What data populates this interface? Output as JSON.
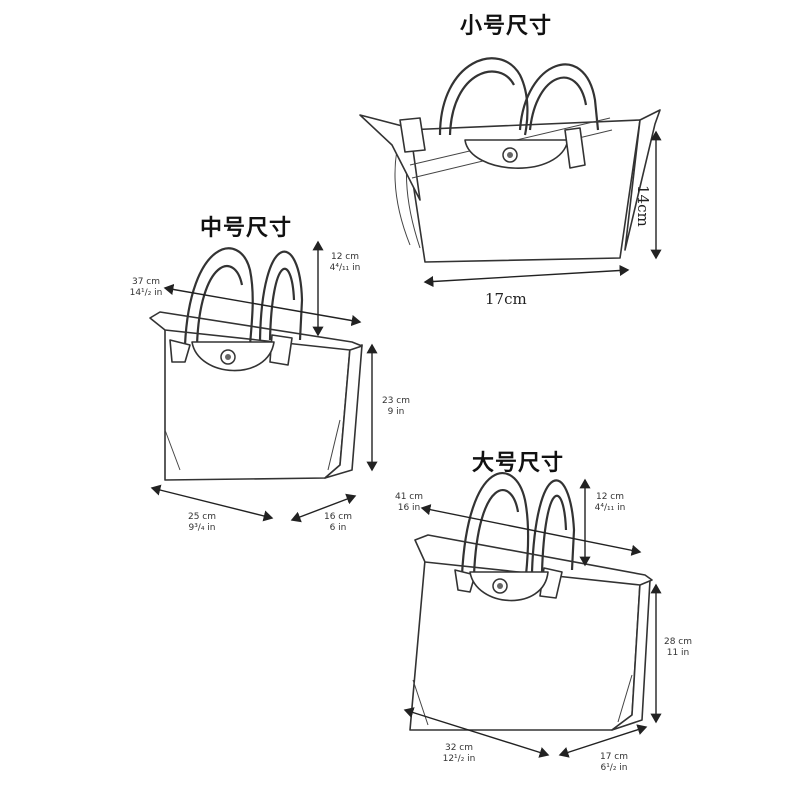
{
  "sizes": {
    "small": {
      "title": "小号尺寸",
      "height": "14cm",
      "width": "17cm"
    },
    "medium": {
      "title": "中号尺寸",
      "handle_cm": "12 cm",
      "handle_in": "4⁴/₁₁ in",
      "strap_cm": "37 cm",
      "strap_in": "14¹/₂ in",
      "height_cm": "23 cm",
      "height_in": "9 in",
      "width_cm": "25 cm",
      "width_in": "9³/₄ in",
      "depth_cm": "16 cm",
      "depth_in": "6 in"
    },
    "large": {
      "title": "大号尺寸",
      "handle_cm": "12 cm",
      "handle_in": "4⁴/₁₁ in",
      "strap_cm": "41 cm",
      "strap_in": "16 in",
      "height_cm": "28 cm",
      "height_in": "11 in",
      "width_cm": "32 cm",
      "width_in": "12¹/₂ in",
      "depth_cm": "17 cm",
      "depth_in": "6¹/₂ in"
    }
  }
}
